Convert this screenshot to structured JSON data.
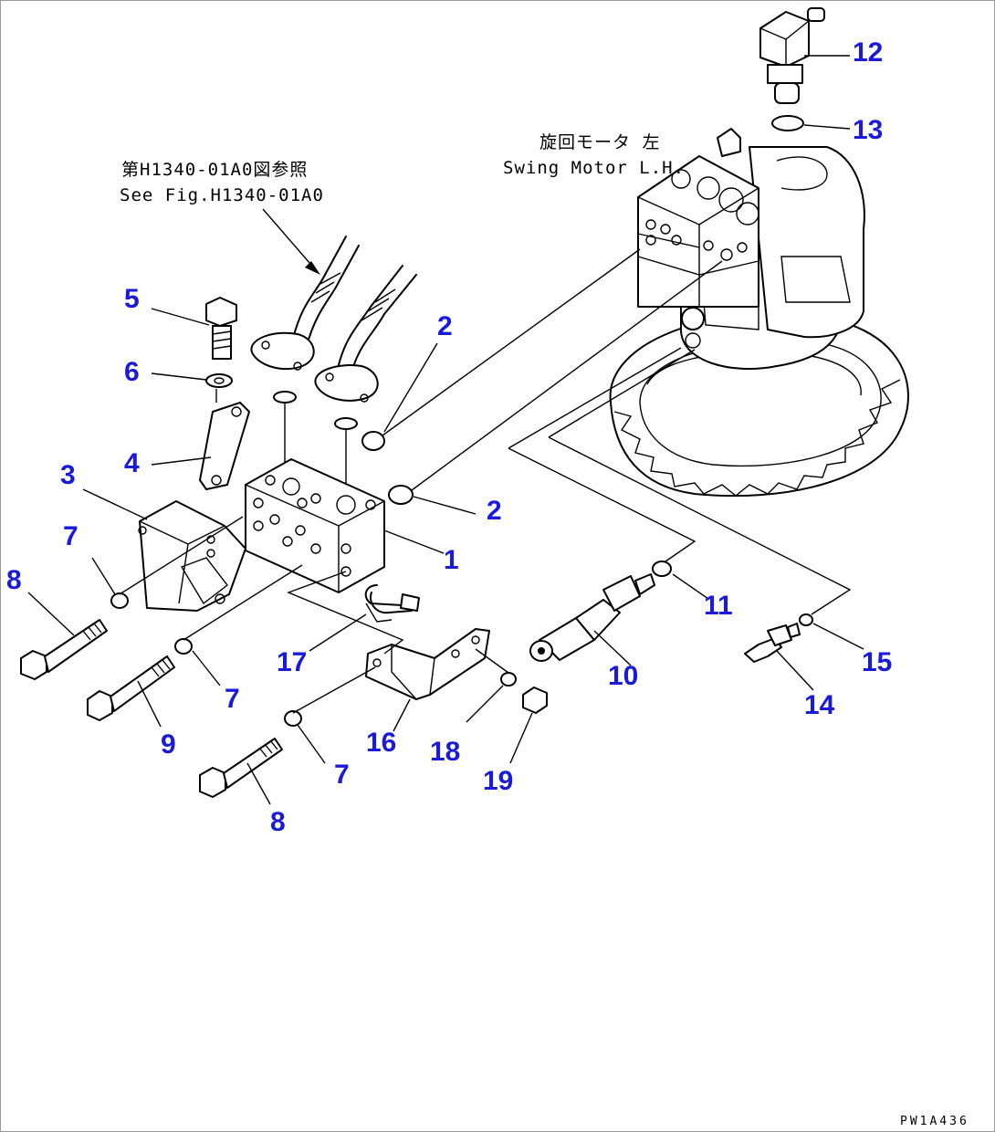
{
  "notes": {
    "ref_jp": "第H1340-01A0図参照",
    "ref_en": "See Fig.H1340-01A0",
    "motor_jp": "旋回モータ 左",
    "motor_en": "Swing Motor L.H."
  },
  "callouts": [
    "1",
    "2",
    "2",
    "3",
    "4",
    "5",
    "6",
    "7",
    "7",
    "7",
    "8",
    "8",
    "9",
    "10",
    "11",
    "12",
    "13",
    "14",
    "15",
    "16",
    "17",
    "18",
    "19"
  ],
  "figure_code": "PW1A436",
  "colors": {
    "callout": "#1a1adc",
    "line": "#000000"
  }
}
